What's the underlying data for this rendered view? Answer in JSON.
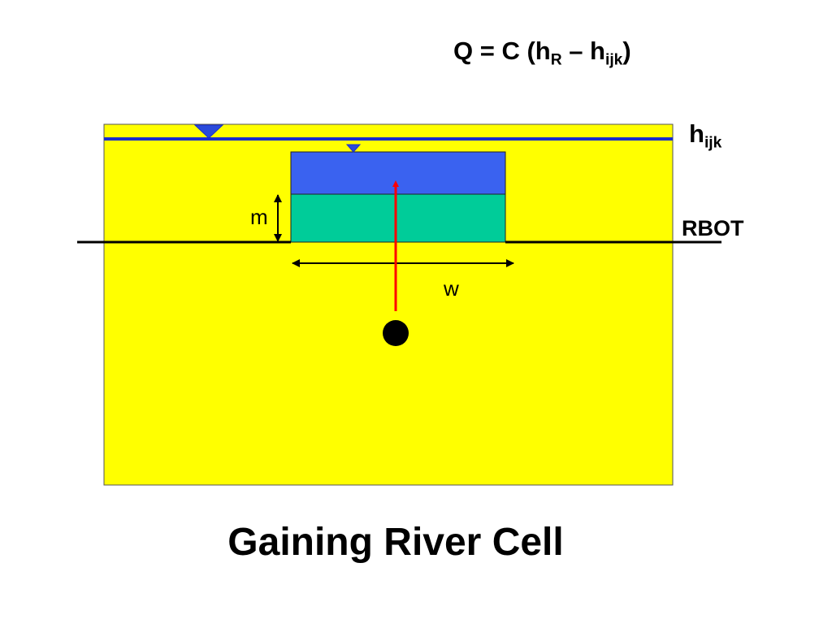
{
  "equation": {
    "lhs": "Q = C (h",
    "sub1": "R",
    "mid": " – h",
    "sub2": "ijk",
    "end": ")"
  },
  "labels": {
    "head_main": "h",
    "head_sub": "ijk",
    "rbot": "RBOT",
    "m": "m",
    "w": "w"
  },
  "title": "Gaining River Cell",
  "colors": {
    "aquifer": "#FFFF00",
    "water_table": "#1A2ECC",
    "river_water": "#3A62F0",
    "riverbed": "#00CC99",
    "flow_arrow": "#FF0000",
    "node": "#000000"
  },
  "icons": {
    "water_table_marker": "inverted-triangle-icon",
    "river_stage_marker": "inverted-triangle-icon"
  }
}
